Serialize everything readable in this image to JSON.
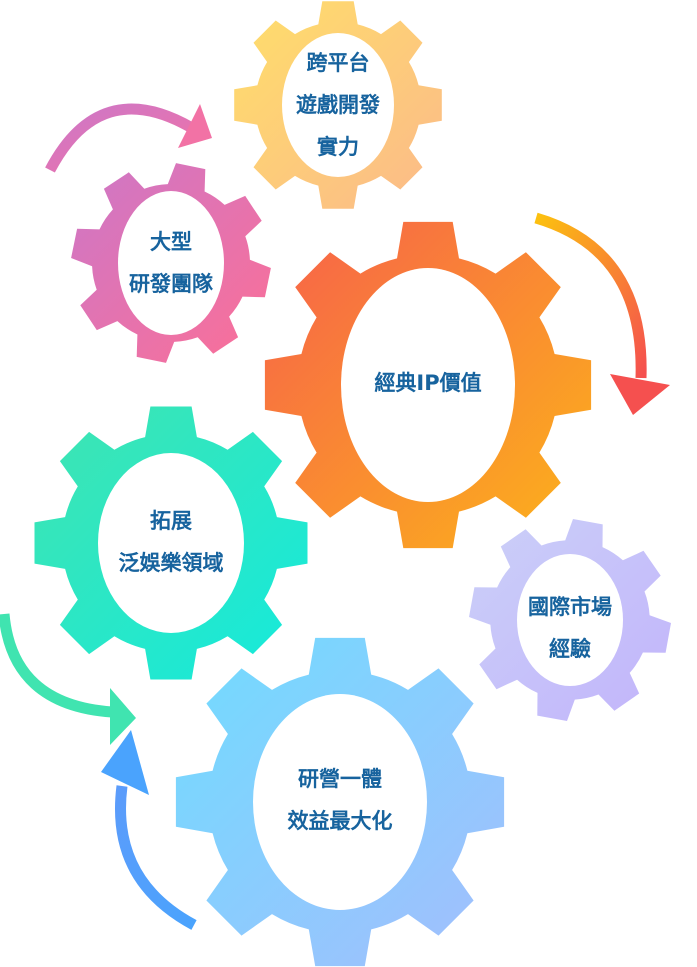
{
  "gears": [
    {
      "id": "cross-platform",
      "lines": [
        "跨平台",
        "遊戲開發",
        "實力"
      ],
      "colors": [
        "#ffdf6a",
        "#fbb98a"
      ]
    },
    {
      "id": "team",
      "lines": [
        "大型",
        "研發團隊"
      ],
      "colors": [
        "#cc77c8",
        "#fc6f96"
      ]
    },
    {
      "id": "ip",
      "lines": [
        "經典IP價值"
      ],
      "colors": [
        "#f7604b",
        "#fcb419"
      ]
    },
    {
      "id": "entertainment",
      "lines": [
        "拓展",
        "泛娛樂領域"
      ],
      "colors": [
        "#40e4b0",
        "#14eadd"
      ]
    },
    {
      "id": "international",
      "lines": [
        "國際市場",
        "經驗"
      ],
      "colors": [
        "#cbd0f8",
        "#c2b4fb"
      ]
    },
    {
      "id": "efficiency",
      "lines": [
        "研營一體",
        "效益最大化"
      ],
      "colors": [
        "#70dcfe",
        "#a4bdfd"
      ]
    }
  ],
  "text_color": "#17639e",
  "arrows": [
    {
      "id": "pink",
      "colors": [
        "#cc77c8",
        "#f272a5"
      ]
    },
    {
      "id": "orange",
      "colors": [
        "#fcc10f",
        "#f5504f"
      ]
    },
    {
      "id": "green",
      "colors": [
        "#40e4b0",
        "#40e4b0"
      ]
    },
    {
      "id": "blue",
      "colors": [
        "#5b9cfb",
        "#4aa3fd"
      ]
    }
  ]
}
